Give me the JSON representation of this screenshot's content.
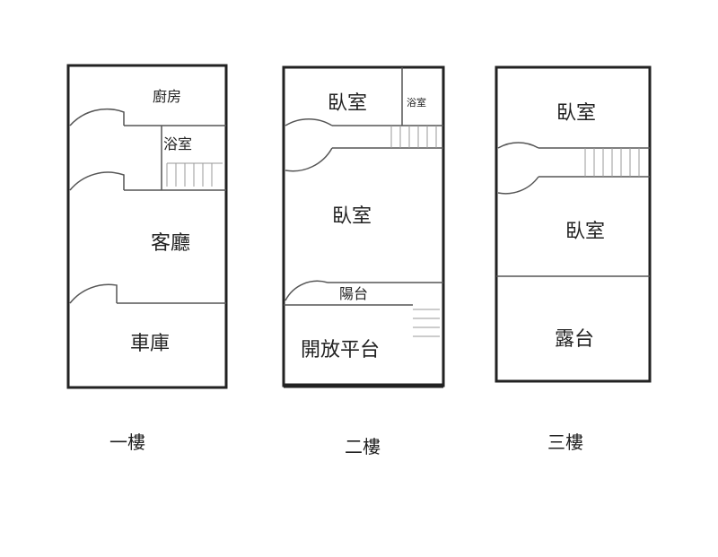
{
  "floors": [
    {
      "label": "一樓",
      "rooms": {
        "kitchen": "廚房",
        "bath": "浴室",
        "living": "客廳",
        "garage": "車庫"
      }
    },
    {
      "label": "二樓",
      "rooms": {
        "bedroom1": "臥室",
        "bath": "浴室",
        "bedroom2": "臥室",
        "balcony": "陽台",
        "open_platform": "開放平台"
      }
    },
    {
      "label": "三樓",
      "rooms": {
        "bedroom1": "臥室",
        "bedroom2": "臥室",
        "terrace": "露台"
      }
    }
  ]
}
